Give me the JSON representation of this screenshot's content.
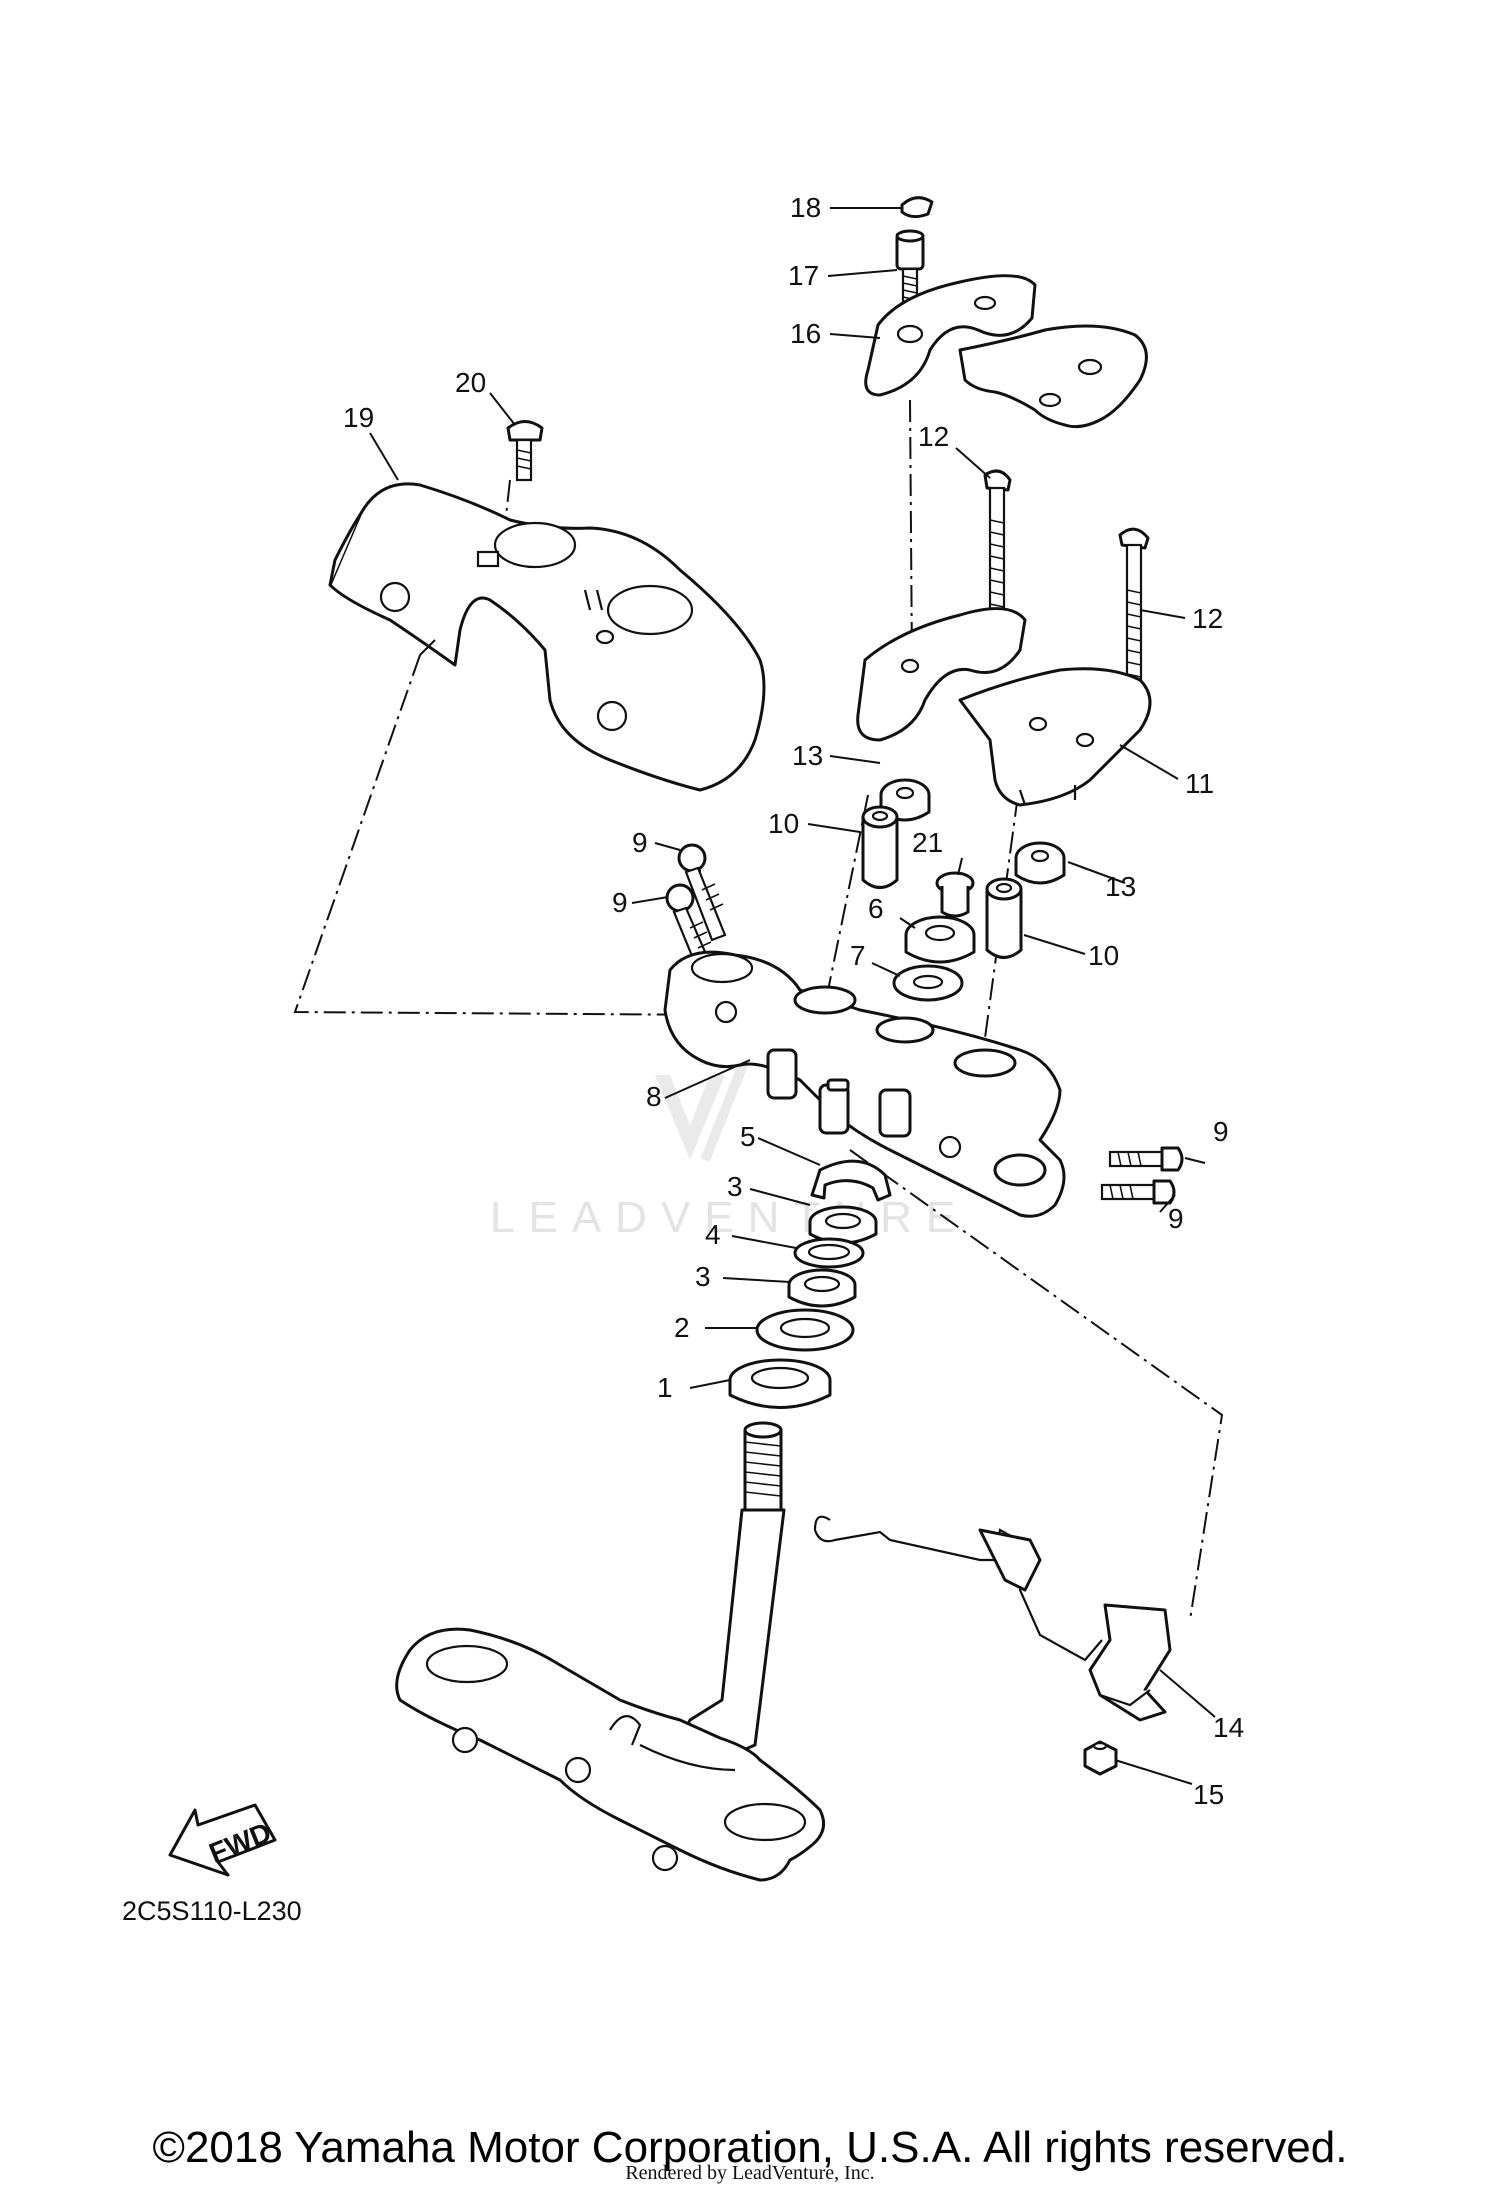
{
  "diagram": {
    "callouts": [
      {
        "id": "c18",
        "text": "18"
      },
      {
        "id": "c17",
        "text": "17"
      },
      {
        "id": "c16",
        "text": "16"
      },
      {
        "id": "c20",
        "text": "20"
      },
      {
        "id": "c19",
        "text": "19"
      },
      {
        "id": "c12a",
        "text": "12"
      },
      {
        "id": "c12b",
        "text": "12"
      },
      {
        "id": "c13a",
        "text": "13"
      },
      {
        "id": "c11",
        "text": "11"
      },
      {
        "id": "c10a",
        "text": "10"
      },
      {
        "id": "c21",
        "text": "21"
      },
      {
        "id": "c13b",
        "text": "13"
      },
      {
        "id": "c9a",
        "text": "9"
      },
      {
        "id": "c9b",
        "text": "9"
      },
      {
        "id": "c6",
        "text": "6"
      },
      {
        "id": "c10b",
        "text": "10"
      },
      {
        "id": "c7",
        "text": "7"
      },
      {
        "id": "c8",
        "text": "8"
      },
      {
        "id": "c9c",
        "text": "9"
      },
      {
        "id": "c5",
        "text": "5"
      },
      {
        "id": "c3a",
        "text": "3"
      },
      {
        "id": "c9d",
        "text": "9"
      },
      {
        "id": "c4",
        "text": "4"
      },
      {
        "id": "c3b",
        "text": "3"
      },
      {
        "id": "c2",
        "text": "2"
      },
      {
        "id": "c1",
        "text": "1"
      },
      {
        "id": "c14",
        "text": "14"
      },
      {
        "id": "c15",
        "text": "15"
      }
    ],
    "fwd_label": "FWD",
    "diagram_code": "2C5S110-L230",
    "watermark": "LEADVENTURE"
  },
  "footer": {
    "copyright": "©2018 Yamaha Motor Corporation, U.S.A. All rights reserved.",
    "rendered_by": "Rendered by LeadVenture, Inc."
  }
}
